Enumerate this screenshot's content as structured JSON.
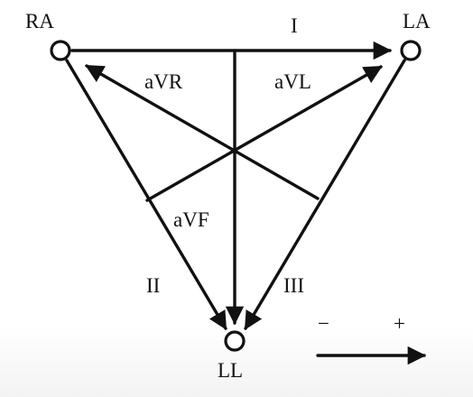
{
  "diagram": {
    "electrodes": {
      "ra": "RA",
      "la": "LA",
      "ll": "LL"
    },
    "leads": {
      "lead_i": "I",
      "lead_ii": "II",
      "lead_iii": "III",
      "avr": "aVR",
      "avl": "aVL",
      "avf": "aVF"
    },
    "polarity": {
      "negative": "−",
      "positive": "+"
    },
    "colors": {
      "ink": "#111111",
      "background": "#ffffff"
    }
  }
}
